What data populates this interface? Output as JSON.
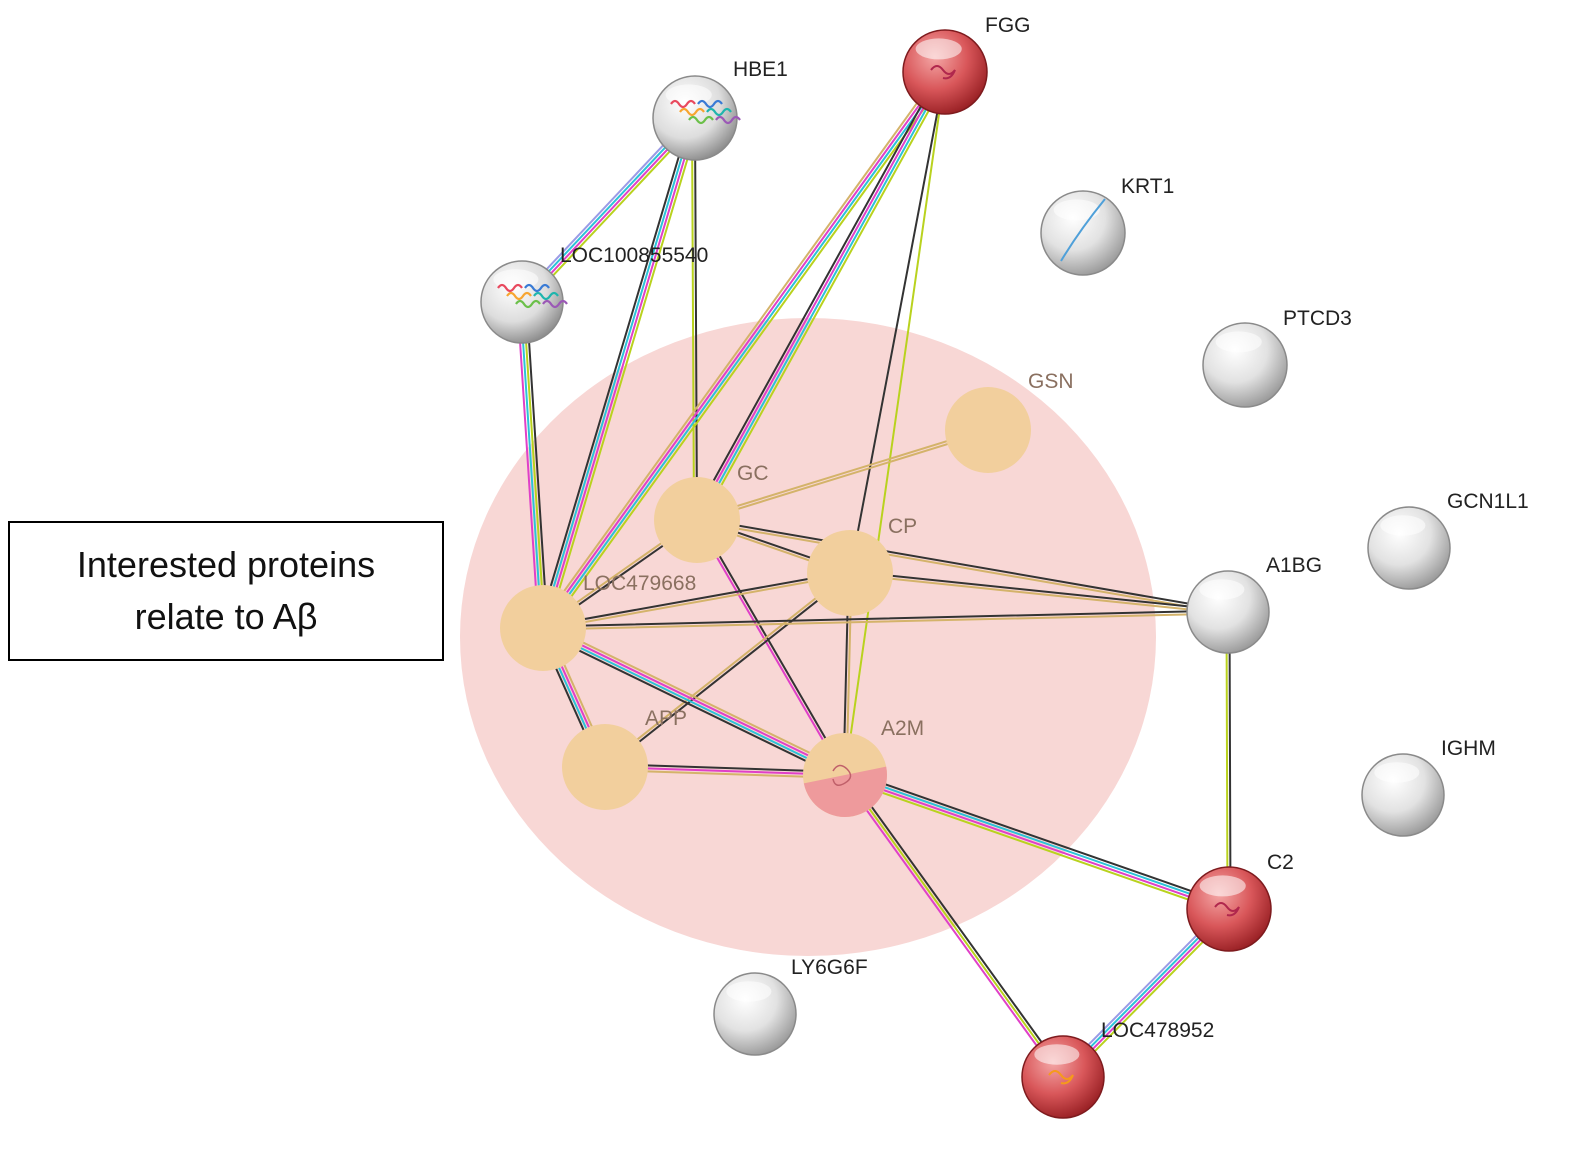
{
  "callout": {
    "line1": "Interested proteins",
    "line2": "relate to Aβ"
  },
  "colors": {
    "cluster_fill": "#f8d7d5",
    "interested_node": "#f2cf9d",
    "red_node": "#d9575a",
    "grey_node": "#dadada",
    "edge_black": "#333333",
    "edge_yellow": "#b9d21e",
    "edge_magenta": "#e040c8",
    "edge_cyan": "#2cc3d8",
    "edge_lavender": "#9a9ae6",
    "edge_tan": "#d4b36a"
  },
  "nodes": [
    {
      "id": "FGG",
      "label": "FGG",
      "kind": "red"
    },
    {
      "id": "HBE1",
      "label": "HBE1",
      "kind": "structure"
    },
    {
      "id": "KRT1",
      "label": "KRT1",
      "kind": "grey"
    },
    {
      "id": "LOC100855540",
      "label": "LOC100855540",
      "kind": "structure"
    },
    {
      "id": "PTCD3",
      "label": "PTCD3",
      "kind": "grey"
    },
    {
      "id": "GSN",
      "label": "GSN",
      "kind": "interested"
    },
    {
      "id": "GC",
      "label": "GC",
      "kind": "interested"
    },
    {
      "id": "CP",
      "label": "CP",
      "kind": "interested"
    },
    {
      "id": "GCN1L1",
      "label": "GCN1L1",
      "kind": "grey"
    },
    {
      "id": "LOC479668",
      "label": "LOC479668",
      "kind": "interested"
    },
    {
      "id": "A1BG",
      "label": "A1BG",
      "kind": "grey"
    },
    {
      "id": "APP",
      "label": "APP",
      "kind": "interested"
    },
    {
      "id": "A2M",
      "label": "A2M",
      "kind": "split"
    },
    {
      "id": "IGHM",
      "label": "IGHM",
      "kind": "grey"
    },
    {
      "id": "C2",
      "label": "C2",
      "kind": "red"
    },
    {
      "id": "LY6G6F",
      "label": "LY6G6F",
      "kind": "grey"
    },
    {
      "id": "LOC478952",
      "label": "LOC478952",
      "kind": "red"
    }
  ],
  "edges": [
    {
      "a": "HBE1",
      "b": "LOC100855540",
      "types": [
        "yellow",
        "magenta",
        "cyan",
        "lavender"
      ]
    },
    {
      "a": "HBE1",
      "b": "LOC479668",
      "types": [
        "yellow",
        "magenta",
        "cyan",
        "black"
      ]
    },
    {
      "a": "HBE1",
      "b": "GC",
      "types": [
        "black"
      ]
    },
    {
      "a": "HBE1",
      "b": "GC",
      "types": [
        "yellow"
      ]
    },
    {
      "a": "LOC100855540",
      "b": "LOC479668",
      "types": [
        "black",
        "yellow",
        "cyan",
        "magenta"
      ]
    },
    {
      "a": "FGG",
      "b": "LOC479668",
      "types": [
        "yellow",
        "cyan",
        "magenta",
        "tan"
      ]
    },
    {
      "a": "FGG",
      "b": "GC",
      "types": [
        "yellow",
        "cyan",
        "magenta",
        "black"
      ]
    },
    {
      "a": "FGG",
      "b": "CP",
      "types": [
        "black"
      ]
    },
    {
      "a": "FGG",
      "b": "A2M",
      "types": [
        "yellow"
      ]
    },
    {
      "a": "GC",
      "b": "GSN",
      "types": [
        "tan",
        "tan"
      ]
    },
    {
      "a": "GC",
      "b": "CP",
      "types": [
        "black",
        "tan"
      ]
    },
    {
      "a": "GC",
      "b": "LOC479668",
      "types": [
        "black",
        "tan"
      ]
    },
    {
      "a": "GC",
      "b": "A1BG",
      "types": [
        "black",
        "tan"
      ]
    },
    {
      "a": "GC",
      "b": "A2M",
      "types": [
        "black",
        "magenta"
      ]
    },
    {
      "a": "CP",
      "b": "LOC479668",
      "types": [
        "tan",
        "black"
      ]
    },
    {
      "a": "CP",
      "b": "A1BG",
      "types": [
        "black",
        "tan"
      ]
    },
    {
      "a": "CP",
      "b": "APP",
      "types": [
        "black",
        "tan"
      ]
    },
    {
      "a": "CP",
      "b": "A2M",
      "types": [
        "tan",
        "black"
      ]
    },
    {
      "a": "LOC479668",
      "b": "A1BG",
      "types": [
        "black",
        "tan"
      ]
    },
    {
      "a": "LOC479668",
      "b": "APP",
      "types": [
        "tan",
        "magenta",
        "cyan",
        "black"
      ]
    },
    {
      "a": "LOC479668",
      "b": "A2M",
      "types": [
        "tan",
        "magenta",
        "cyan",
        "black"
      ]
    },
    {
      "a": "APP",
      "b": "A2M",
      "types": [
        "black",
        "magenta",
        "tan"
      ]
    },
    {
      "a": "A1BG",
      "b": "C2",
      "types": [
        "black",
        "yellow"
      ]
    },
    {
      "a": "A2M",
      "b": "C2",
      "types": [
        "black",
        "cyan",
        "magenta",
        "yellow"
      ]
    },
    {
      "a": "A2M",
      "b": "LOC478952",
      "types": [
        "black",
        "yellow",
        "magenta"
      ]
    },
    {
      "a": "C2",
      "b": "LOC478952",
      "types": [
        "yellow",
        "magenta",
        "cyan",
        "lavender"
      ]
    }
  ]
}
